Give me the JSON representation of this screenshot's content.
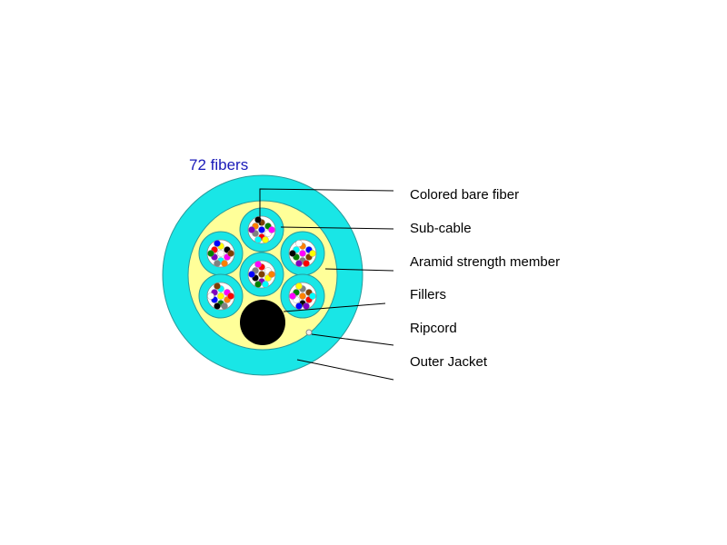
{
  "title": "72 fibers",
  "labels": [
    "Colored bare fiber",
    "Sub-cable",
    "Aramid strength member",
    "Fillers",
    "Ripcord",
    "Outer Jacket"
  ],
  "colors": {
    "jacket": "#19e6e6",
    "aramid": "#ffff99",
    "subcable": "#19e6e6",
    "filler": "#000000",
    "title": "#1a1ab8",
    "fibers": [
      "#0000ff",
      "#ff8000",
      "#008000",
      "#804000",
      "#808080",
      "#ffffff",
      "#ff0000",
      "#000000",
      "#ffff00",
      "#8000c0",
      "#ff00ff",
      "#00ffff"
    ]
  }
}
